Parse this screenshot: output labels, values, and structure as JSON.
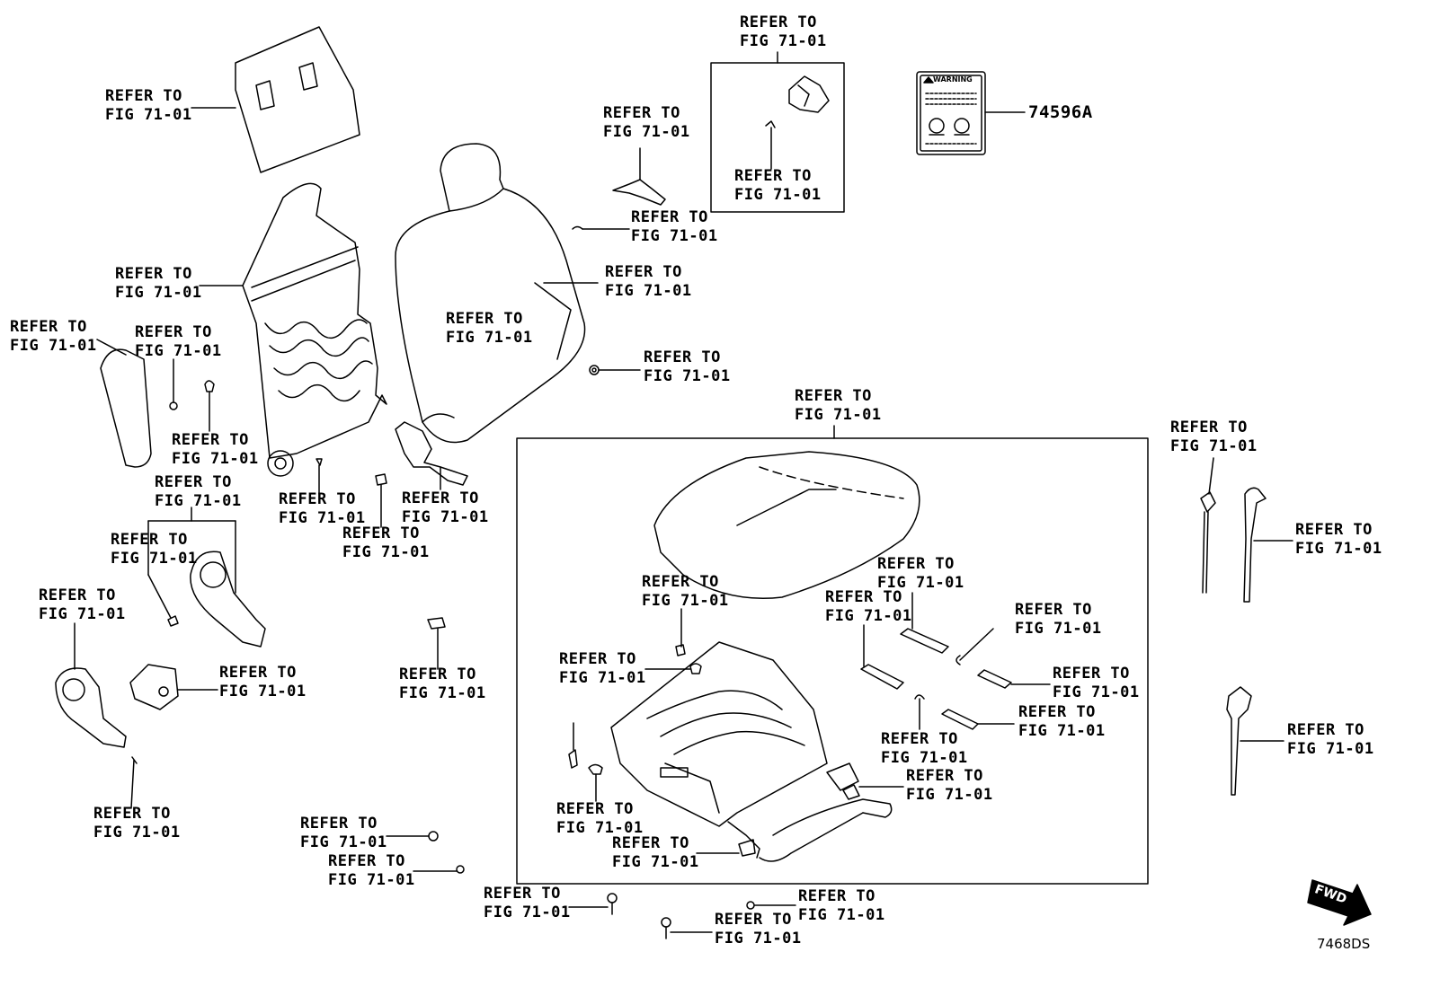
{
  "diagram": {
    "callout_line1": "REFER TO",
    "callout_line2": "FIG 71-01",
    "part_number": "74596A",
    "warning_label_text": "WARNING",
    "fwd_label": "FWD",
    "drawing_code": "7468DS"
  },
  "colors": {
    "ink": "#000000",
    "paper": "#ffffff"
  }
}
